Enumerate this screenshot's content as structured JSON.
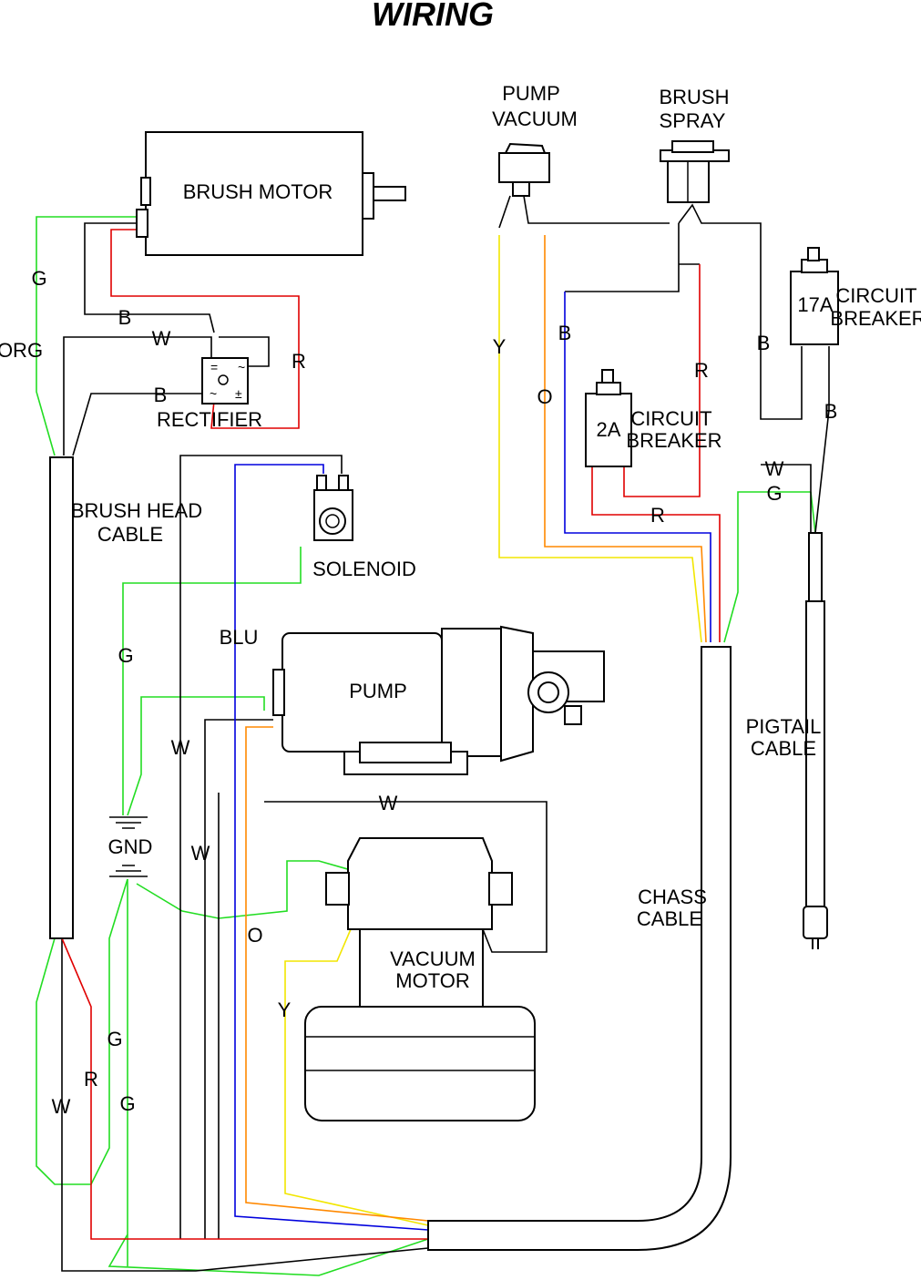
{
  "title": "WIRING",
  "components": {
    "brush_motor": "BRUSH MOTOR",
    "rectifier": "RECTIFIER",
    "solenoid": "SOLENOID",
    "pump": "PUMP",
    "vacuum_motor": [
      "VACUUM",
      "MOTOR"
    ],
    "pump_vacuum_switch": [
      "PUMP",
      "VACUUM"
    ],
    "brush_spray_switch": [
      "BRUSH",
      "SPRAY"
    ],
    "breaker_17a": {
      "rating": "17A",
      "label": [
        "CIRCUIT",
        "BREAKER"
      ]
    },
    "breaker_2a": {
      "rating": "2A",
      "label": [
        "CIRCUIT",
        "BREAKER"
      ]
    },
    "brush_head_cable": [
      "BRUSH HEAD",
      "CABLE"
    ],
    "chass_cable": [
      "CHASS",
      "CABLE"
    ],
    "pigtail_cable": [
      "PIGTAIL",
      "CABLE"
    ],
    "ground": "GND"
  },
  "wire_labels": {
    "g": "G",
    "b": "B",
    "w": "W",
    "r": "R",
    "y": "Y",
    "o": "O",
    "org": "ORG",
    "blu": "BLU"
  },
  "colors": {
    "green": "#22dd22",
    "red": "#e00000",
    "blue": "#0000dd",
    "yellow": "#f2e600",
    "orange": "#ff8800",
    "black": "#000000"
  }
}
